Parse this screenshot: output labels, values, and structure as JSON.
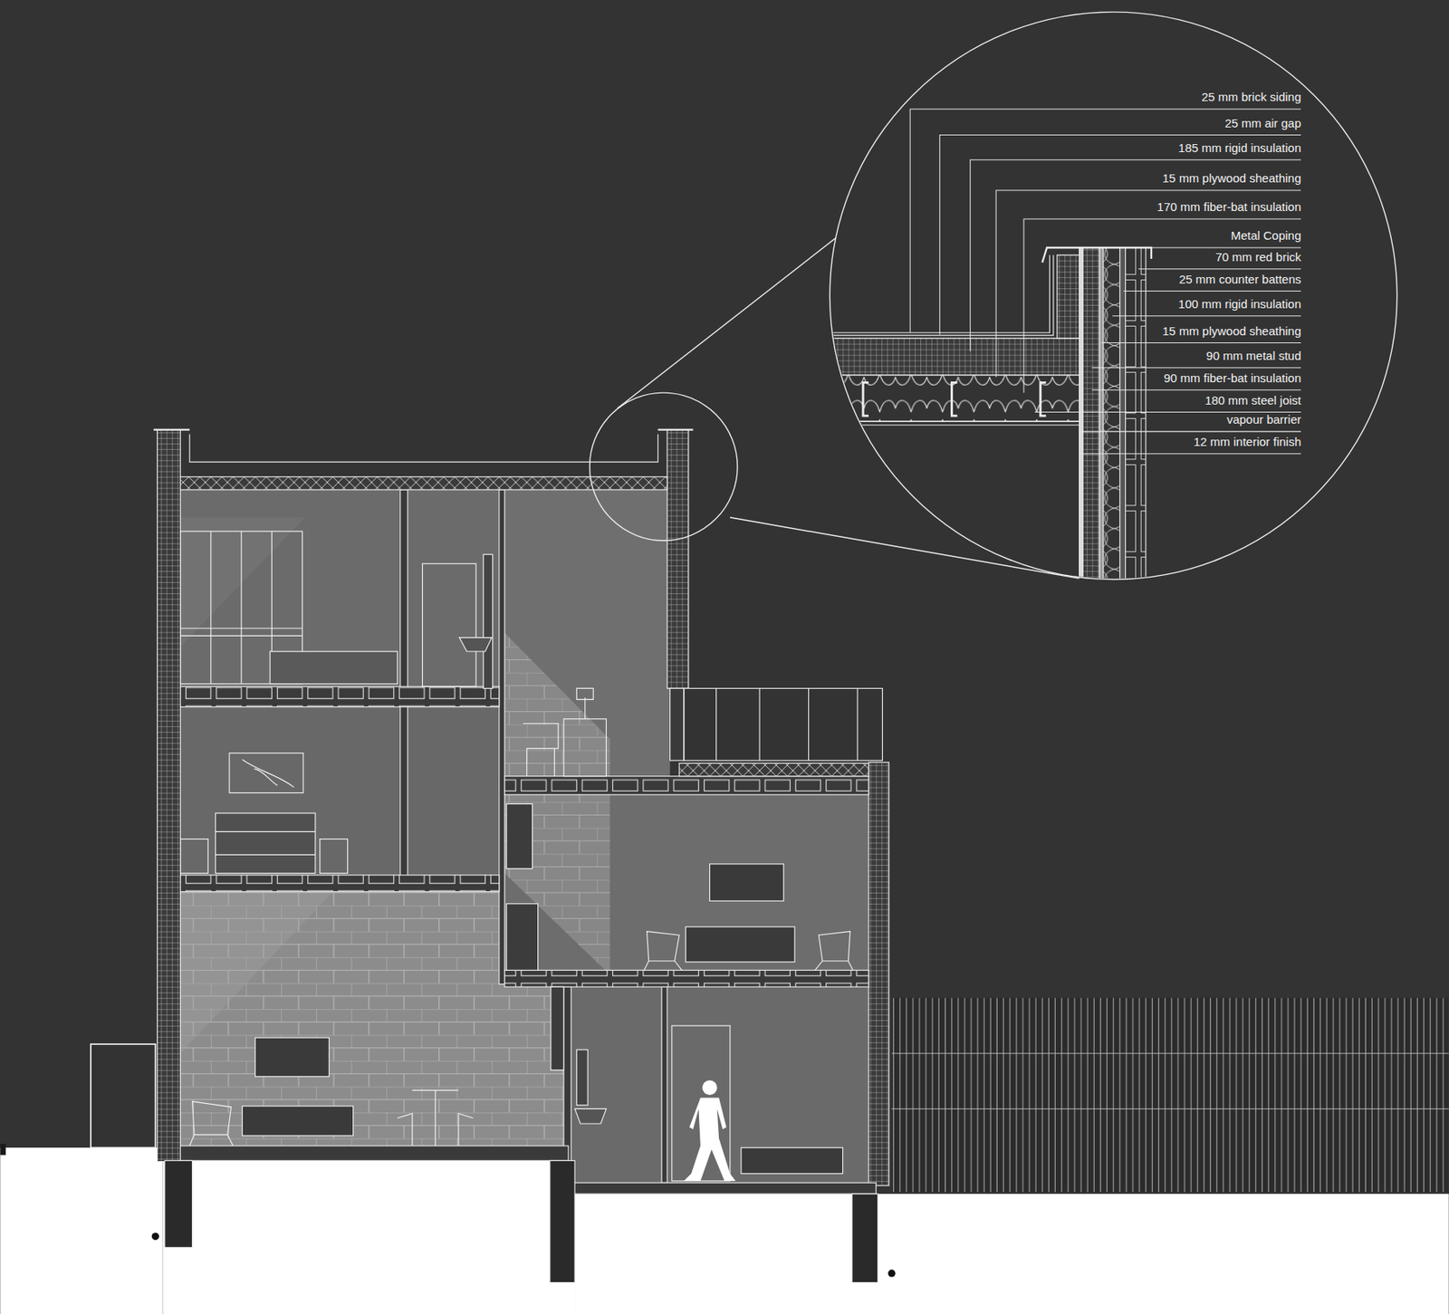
{
  "diagram": {
    "labels": [
      "25 mm brick siding",
      "25 mm air gap",
      "185 mm rigid insulation",
      "15 mm plywood sheathing",
      "170 mm fiber-bat insulation",
      "Metal Coping",
      "70 mm red brick",
      "25 mm counter battens",
      "100 mm rigid insulation",
      "15 mm plywood sheathing",
      "90 mm metal stud",
      "90 mm fiber-bat insulation",
      "180 mm steel joist",
      "vapour barrier",
      "12 mm interior finish"
    ]
  }
}
